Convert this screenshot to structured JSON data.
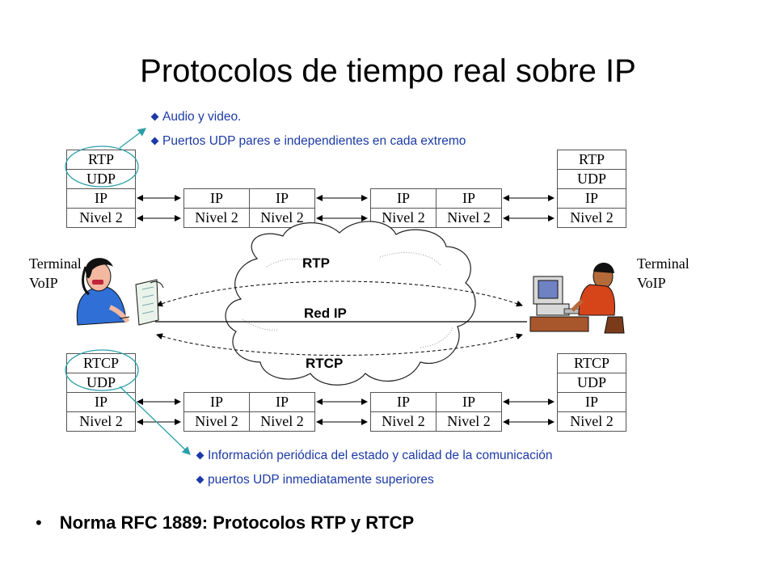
{
  "title": "Protocolos de tiempo real sobre IP",
  "top_notes": [
    "Audio y video.",
    "Puertos UDP pares e independientes en cada extremo"
  ],
  "bottom_notes": [
    "Información periódica del estado y calidad de la comunicación",
    "puertos UDP inmediatamente superiores"
  ],
  "top_stack": [
    "RTP",
    "UDP",
    "IP",
    "Nivel 2"
  ],
  "bottom_stack": [
    "RTCP",
    "UDP",
    "IP",
    "Nivel 2"
  ],
  "router": {
    "ip": "IP",
    "l2": "Nivel 2"
  },
  "terminal_left": {
    "line1": "Terminal",
    "line2": "VoIP"
  },
  "terminal_right": {
    "line1": "Terminal",
    "line2": "VoIP"
  },
  "cloud": {
    "rtp": "RTP",
    "net": "Red IP",
    "rtcp": "RTCP"
  },
  "footer": {
    "bullet": "•",
    "text": "Norma RFC 1889: Protocolos RTP y RTCP"
  },
  "colors": {
    "note_text": "#1c3aa6",
    "callout_line": "#2a9fa8",
    "border": "#555555"
  }
}
